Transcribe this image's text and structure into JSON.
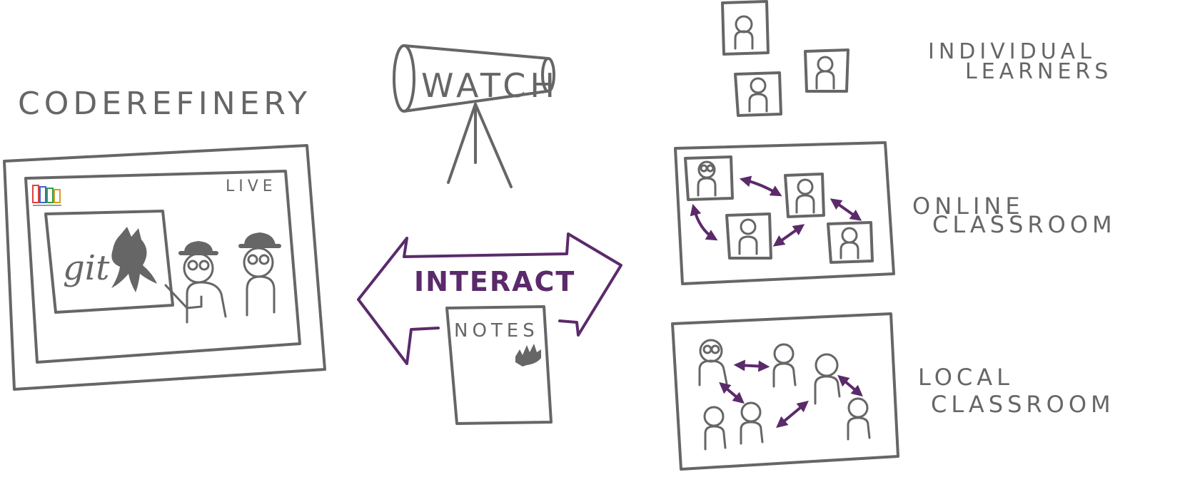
{
  "left_panel": {
    "title": "CODEREFINERY",
    "live_label": "LIVE",
    "screen_text": "git"
  },
  "center": {
    "watch_label": "WATCH",
    "interact_label": "INTERACT",
    "notes_label": "NOTES"
  },
  "right_panel": {
    "individual_line1": "INDIVIDUAL",
    "individual_line2": "LEARNERS",
    "online_line1": "ONLINE",
    "online_line2": "CLASSROOM",
    "local_line1": "LOCAL",
    "local_line2": "CLASSROOM"
  },
  "colors": {
    "sketch": "#666666",
    "accent": "#5b2a6b"
  }
}
